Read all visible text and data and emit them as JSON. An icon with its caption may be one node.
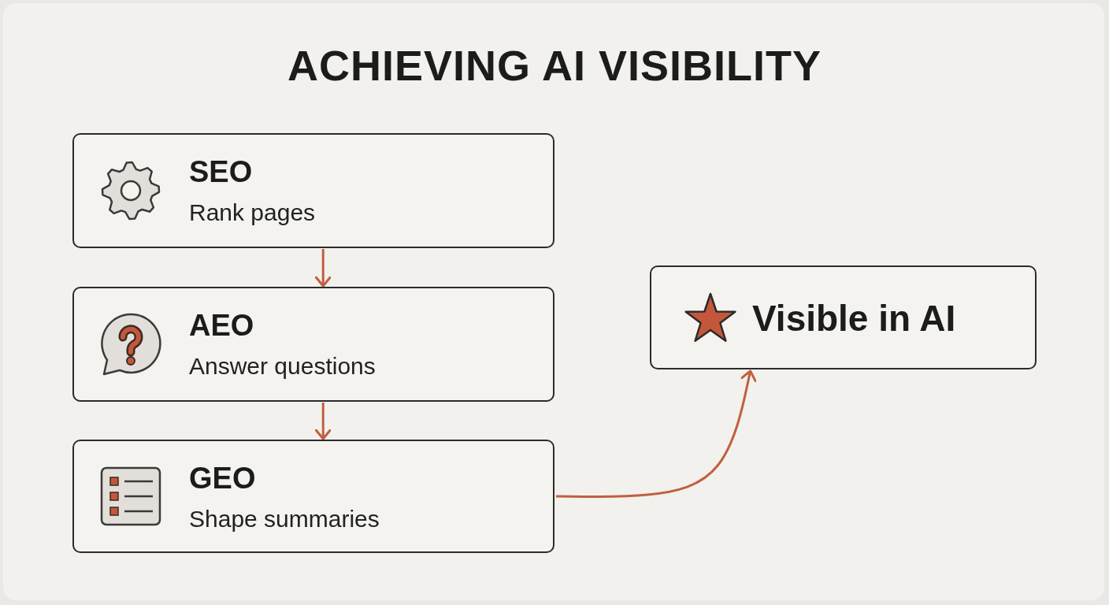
{
  "diagram": {
    "title": "ACHIEVING AI VISIBILITY",
    "nodes": [
      {
        "text": [
          "SEO",
          "Rank pages"
        ]
      },
      {
        "text": [
          "AEO",
          "Answer questions"
        ]
      },
      {
        "text": [
          "GEO",
          "Shape summaries"
        ]
      },
      {
        "text": [
          "Visible in AI"
        ]
      }
    ],
    "edges": [
      {
        "from": 0,
        "to": 1,
        "arrow": "to"
      },
      {
        "from": 1,
        "to": 2,
        "arrow": "to"
      },
      {
        "from": 2,
        "to": 3,
        "arrow": "to"
      }
    ]
  }
}
